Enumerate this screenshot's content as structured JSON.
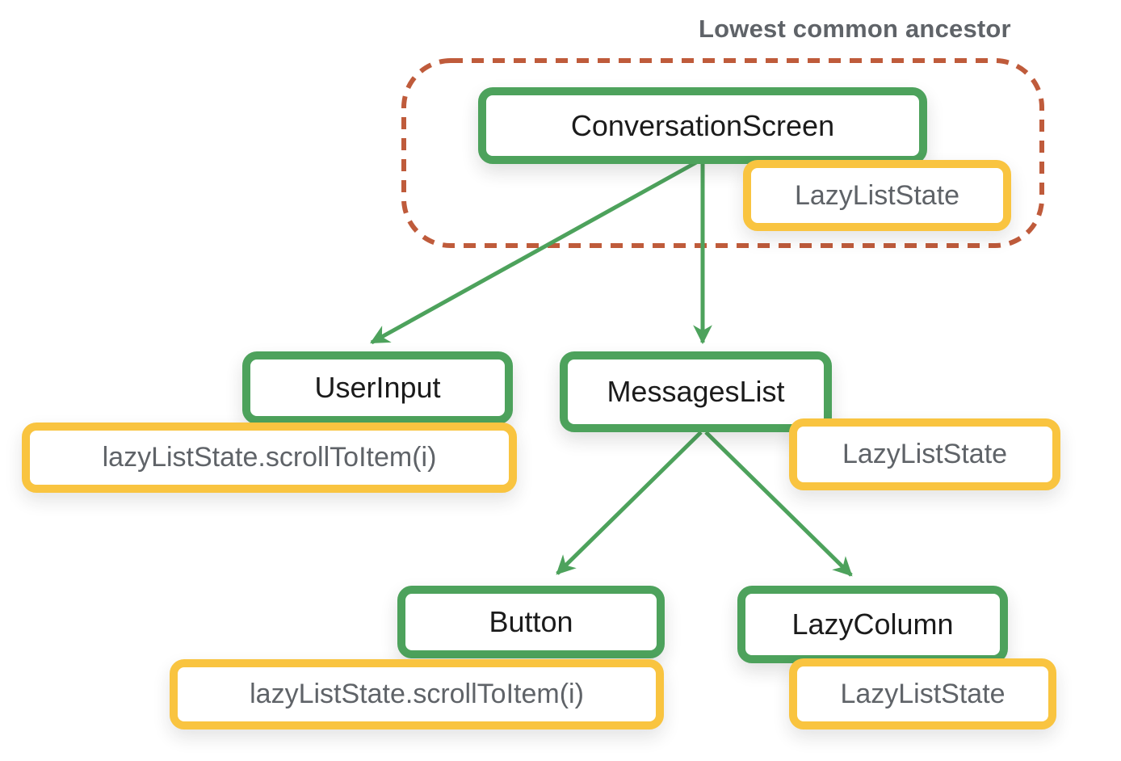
{
  "annotation": "Lowest common ancestor",
  "nodes": {
    "conversationScreen": {
      "label": "ConversationScreen"
    },
    "userInput": {
      "label": "UserInput"
    },
    "messagesList": {
      "label": "MessagesList"
    },
    "button": {
      "label": "Button"
    },
    "lazyColumn": {
      "label": "LazyColumn"
    }
  },
  "badges": {
    "ancestorState": {
      "label": "LazyListState"
    },
    "messagesState": {
      "label": "LazyListState"
    },
    "columnState": {
      "label": "LazyListState"
    },
    "userInputCall": {
      "label": "lazyListState.scrollToItem(i)"
    },
    "buttonCall": {
      "label": "lazyListState.scrollToItem(i)"
    }
  },
  "colors": {
    "green": "#4DA25C",
    "yellow": "#F9C440",
    "dash": "#BF5B3B",
    "gray": "#5F6368",
    "ink": "#1b1b1b"
  }
}
